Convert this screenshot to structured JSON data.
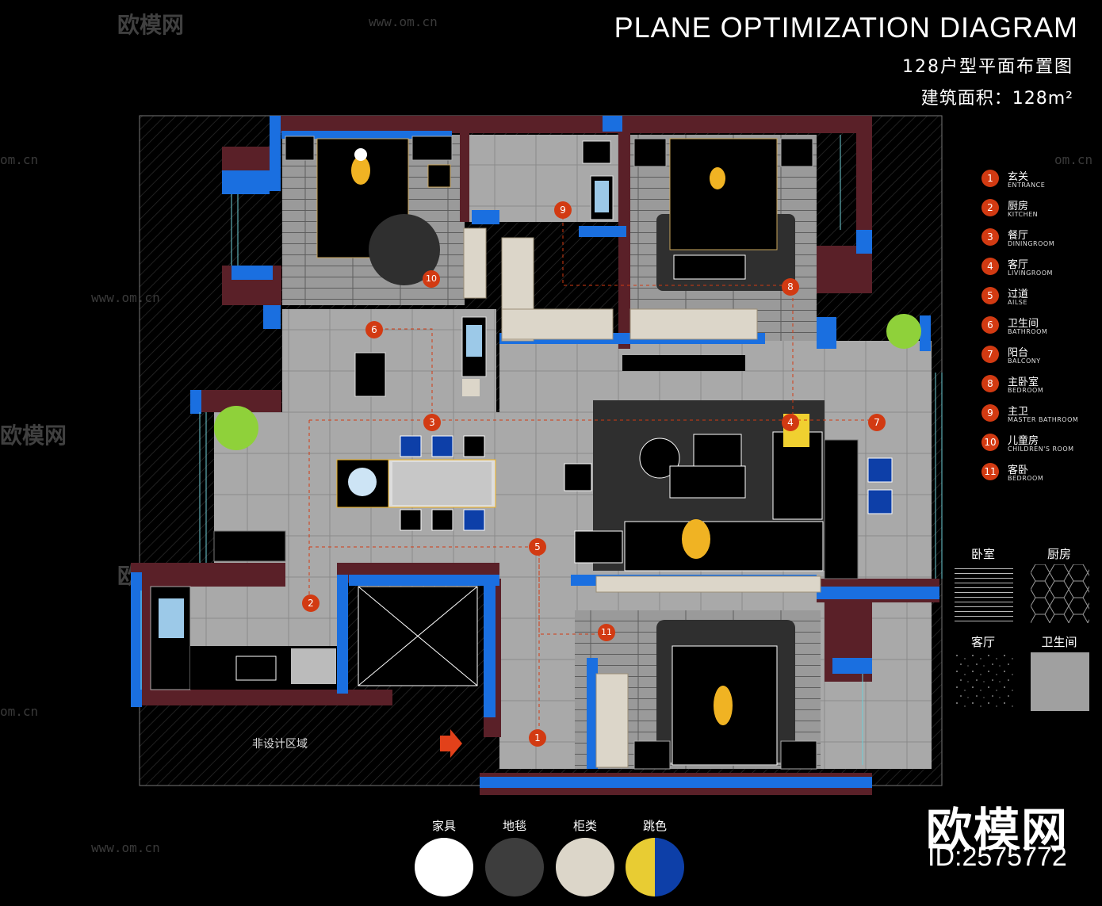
{
  "header": {
    "title": "PLANE OPTIMIZATION DIAGRAM",
    "subtitle": "128户型平面布置图",
    "area": "建筑面积：128m²"
  },
  "legend": [
    {
      "num": "1",
      "cn": "玄关",
      "en": "ENTRANCE"
    },
    {
      "num": "2",
      "cn": "厨房",
      "en": "KITCHEN"
    },
    {
      "num": "3",
      "cn": "餐厅",
      "en": "DININGROOM"
    },
    {
      "num": "4",
      "cn": "客厅",
      "en": "LIVINGROOM"
    },
    {
      "num": "5",
      "cn": "过道",
      "en": "AILSE"
    },
    {
      "num": "6",
      "cn": "卫生间",
      "en": "BATHROOM"
    },
    {
      "num": "7",
      "cn": "阳台",
      "en": "BALCONY"
    },
    {
      "num": "8",
      "cn": "主卧室",
      "en": "BEDROOM"
    },
    {
      "num": "9",
      "cn": "主卫",
      "en": "MASTER BATHROOM"
    },
    {
      "num": "10",
      "cn": "儿童房",
      "en": "CHILDREN'S ROOM"
    },
    {
      "num": "11",
      "cn": "客卧",
      "en": "BEDROOM"
    }
  ],
  "materials": [
    {
      "label": "卧室",
      "pattern": "wood-stripes"
    },
    {
      "label": "厨房",
      "pattern": "hexagon-tile"
    },
    {
      "label": "客厅",
      "pattern": "dark-speckle"
    },
    {
      "label": "卫生间",
      "pattern": "gray-tile"
    }
  ],
  "palette": [
    {
      "label": "家具",
      "color": "#ffffff"
    },
    {
      "label": "地毯",
      "color": "#3d3d3d"
    },
    {
      "label": "柜类",
      "color": "#dcd6c9"
    },
    {
      "label": "跳色",
      "color": "#e8cc33",
      "color2": "#0d3fa8"
    }
  ],
  "plan_markers": [
    "1",
    "2",
    "3",
    "4",
    "5",
    "6",
    "7",
    "8",
    "9",
    "10",
    "11"
  ],
  "plan": {
    "non_design_label": "非设计区域"
  },
  "watermark": {
    "domain": "www.om.cn",
    "domain_short": "om.cn",
    "cn": "欧模网"
  },
  "brand": {
    "name": "欧模网",
    "id": "ID:2575772"
  },
  "colors": {
    "wall_blue": "#1a6fe0",
    "wall_maroon": "#5a2028",
    "floor_gray": "#a9a9a9",
    "marker_red": "#d23a12",
    "accent_yellow": "#f0b323",
    "accent_blue": "#0d3fa8"
  }
}
